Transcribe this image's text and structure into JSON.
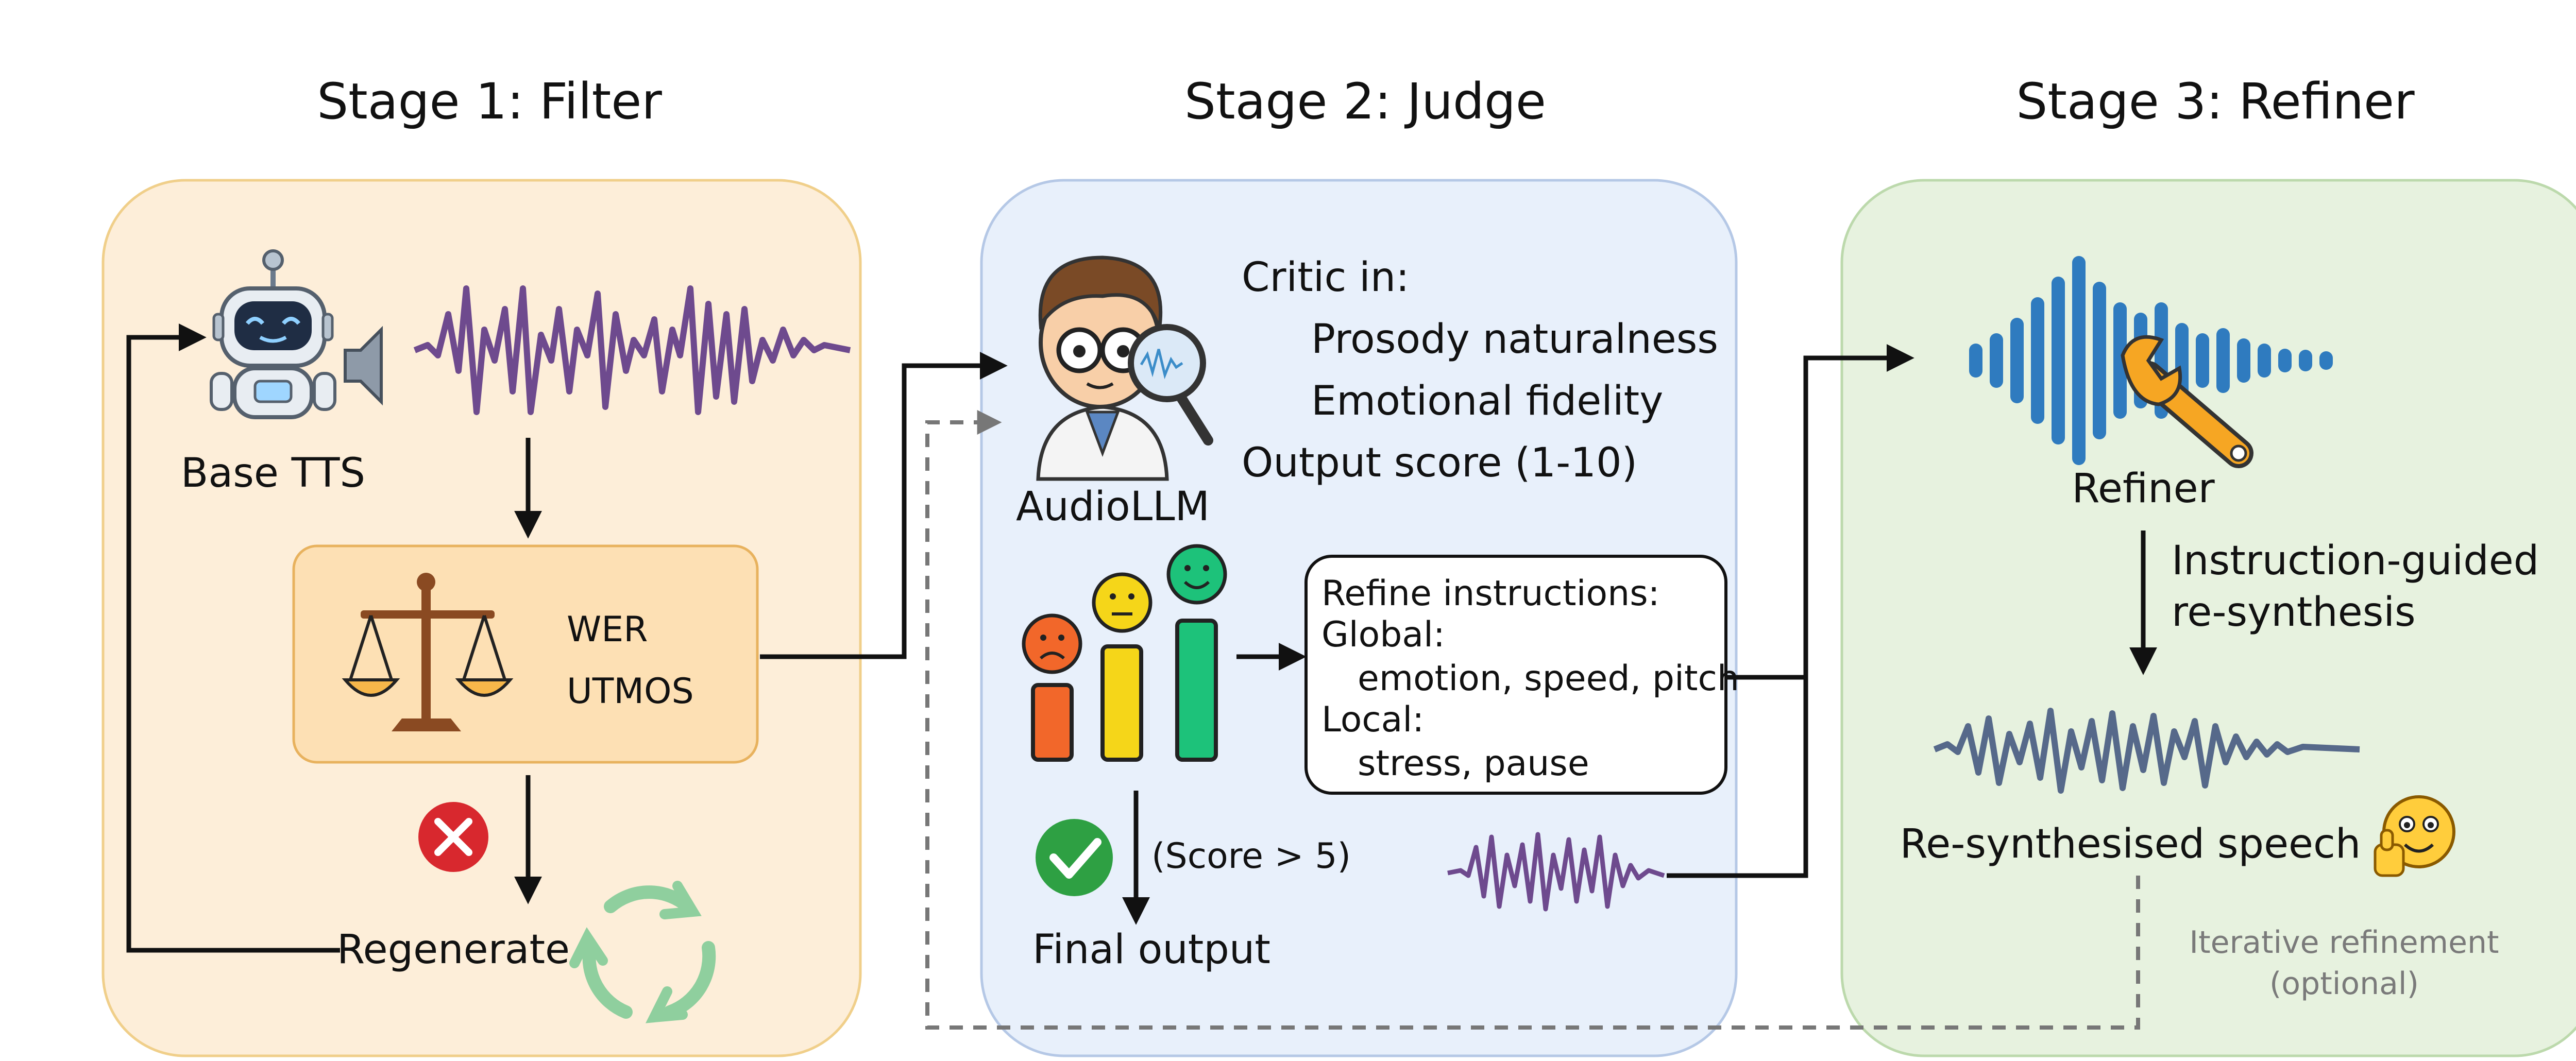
{
  "stages": [
    {
      "title": "Stage 1: Filter"
    },
    {
      "title": "Stage 2: Judge"
    },
    {
      "title": "Stage 3: Refiner"
    }
  ],
  "stage1": {
    "base_tts_label": "Base TTS",
    "metrics": [
      "WER",
      "UTMOS"
    ],
    "regenerate_label": "Regenerate"
  },
  "stage2": {
    "judge_label": "AudioLLM",
    "critic_heading": "Critic in:",
    "critic_items": [
      "Prosody naturalness",
      "Emotional fidelity"
    ],
    "output_score": "Output score (1-10)",
    "instructions": {
      "title": "Refine instructions:",
      "global_label": "Global:",
      "global_items": "emotion, speed, pitch",
      "local_label": "Local:",
      "local_items": "stress, pause"
    },
    "score_condition": "(Score > 5)",
    "final_output": "Final output"
  },
  "stage3": {
    "refiner_label": "Refiner",
    "guided_line1": "Instruction-guided",
    "guided_line2": "re-synthesis",
    "resynth_label": "Re-synthesised speech",
    "iterative_line1": "Iterative refinement",
    "iterative_line2": "(optional)"
  },
  "colors": {
    "stage1_bg": "#fdeed9",
    "stage1_border": "#f0cf8a",
    "stage2_bg": "#e8f0fb",
    "stage2_border": "#b5c8e6",
    "stage3_bg": "#e7f2df",
    "stage3_border": "#bcd9ac",
    "waveform_purple": "#6e4a8e",
    "waveform_blue": "#2f7bbf",
    "waveform_slate": "#56698a",
    "reject_red": "#d8282e",
    "accept_green": "#2ea043"
  }
}
